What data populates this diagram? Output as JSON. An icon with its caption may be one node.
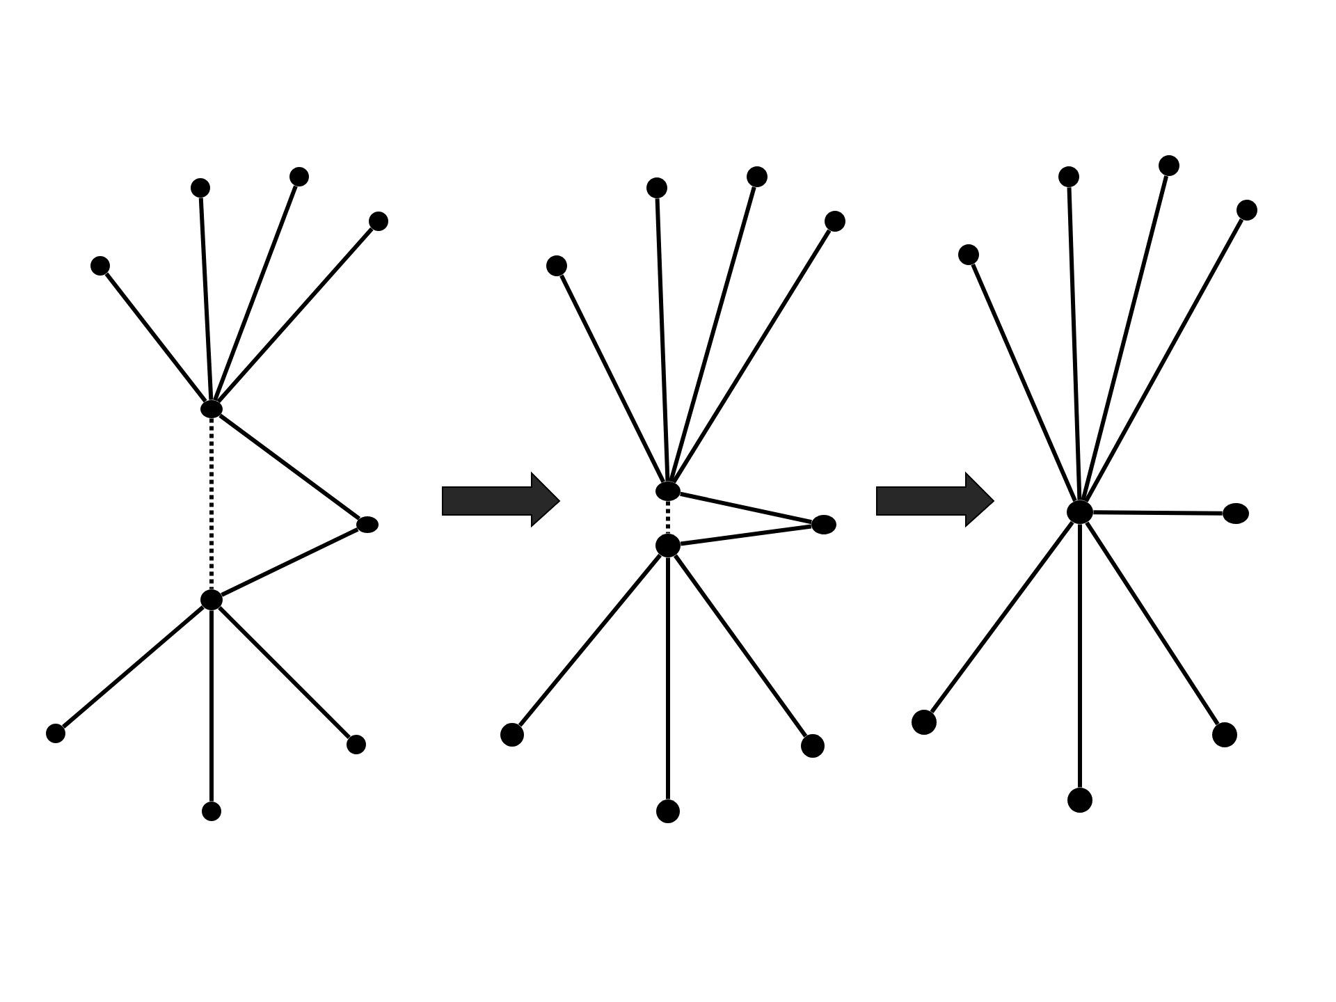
{
  "diagram": {
    "nodes": [
      {
        "text": [],
        "shape": "circle"
      },
      {
        "text": [],
        "shape": "circle"
      },
      {
        "text": [],
        "shape": "circle"
      },
      {
        "text": [],
        "shape": "circle"
      },
      {
        "text": [],
        "shape": "circle"
      },
      {
        "text": [],
        "shape": "circle"
      },
      {
        "text": [],
        "shape": "circle"
      },
      {
        "text": [],
        "shape": "circle"
      },
      {
        "text": [],
        "shape": "circle"
      },
      {
        "text": [],
        "shape": "circle"
      },
      {
        "text": [],
        "shape": "circle"
      },
      {
        "text": [],
        "shape": "circle"
      },
      {
        "text": [],
        "shape": "circle"
      },
      {
        "text": [],
        "shape": "circle"
      },
      {
        "text": [],
        "shape": "circle"
      },
      {
        "text": [],
        "shape": "circle"
      },
      {
        "text": [],
        "shape": "circle"
      },
      {
        "text": [],
        "shape": "circle"
      },
      {
        "text": [],
        "shape": "circle"
      },
      {
        "text": [],
        "shape": "circle"
      },
      {
        "text": [],
        "shape": "circle"
      },
      {
        "text": [],
        "shape": "circle"
      },
      {
        "text": [],
        "shape": "circle"
      },
      {
        "text": [],
        "shape": "circle"
      },
      {
        "text": [],
        "shape": "circle"
      },
      {
        "text": [],
        "shape": "circle"
      },
      {
        "text": [],
        "shape": "circle"
      },
      {
        "text": [],
        "shape": "circle"
      },
      {
        "text": [],
        "shape": "circle"
      }
    ],
    "edges": [
      {
        "from": 0,
        "to": 4,
        "arrow": "none"
      },
      {
        "from": 1,
        "to": 4,
        "arrow": "none"
      },
      {
        "from": 2,
        "to": 4,
        "arrow": "none"
      },
      {
        "from": 3,
        "to": 4,
        "arrow": "none"
      },
      {
        "from": 4,
        "to": 5,
        "arrow": "none"
      },
      {
        "from": 5,
        "to": 6,
        "arrow": "none"
      },
      {
        "from": 4,
        "to": 6,
        "arrow": "none",
        "style": "dashed"
      },
      {
        "from": 6,
        "to": 7,
        "arrow": "none"
      },
      {
        "from": 6,
        "to": 8,
        "arrow": "none"
      },
      {
        "from": 6,
        "to": 9,
        "arrow": "none"
      },
      {
        "from": 10,
        "to": 14,
        "arrow": "none"
      },
      {
        "from": 11,
        "to": 14,
        "arrow": "none"
      },
      {
        "from": 12,
        "to": 14,
        "arrow": "none"
      },
      {
        "from": 13,
        "to": 14,
        "arrow": "none"
      },
      {
        "from": 14,
        "to": 15,
        "arrow": "none"
      },
      {
        "from": 15,
        "to": 16,
        "arrow": "none"
      },
      {
        "from": 14,
        "to": 16,
        "arrow": "none",
        "style": "dashed"
      },
      {
        "from": 16,
        "to": 17,
        "arrow": "none"
      },
      {
        "from": 16,
        "to": 18,
        "arrow": "none"
      },
      {
        "from": 16,
        "to": 19,
        "arrow": "none"
      },
      {
        "from": 20,
        "to": 24,
        "arrow": "none"
      },
      {
        "from": 21,
        "to": 24,
        "arrow": "none"
      },
      {
        "from": 22,
        "to": 24,
        "arrow": "none"
      },
      {
        "from": 23,
        "to": 24,
        "arrow": "none"
      },
      {
        "from": 24,
        "to": 25,
        "arrow": "none"
      },
      {
        "from": 24,
        "to": 26,
        "arrow": "none"
      },
      {
        "from": 24,
        "to": 27,
        "arrow": "none"
      },
      {
        "from": 24,
        "to": 28,
        "arrow": "none"
      }
    ]
  }
}
